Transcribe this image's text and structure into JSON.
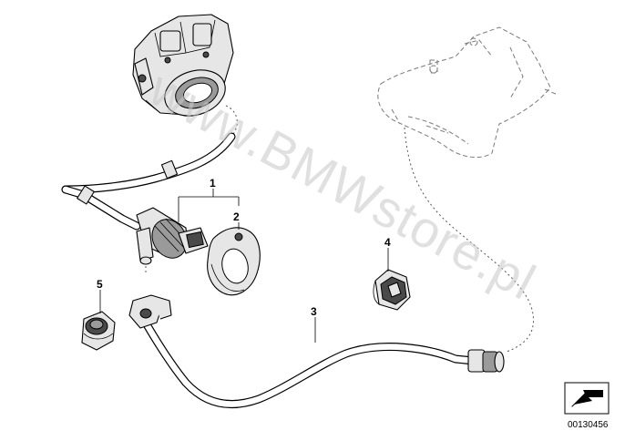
{
  "callouts": {
    "c1": "1",
    "c2": "2",
    "c3": "3",
    "c4": "4",
    "c5": "5"
  },
  "watermark": "www.BMWstore.pl",
  "diagram_number": "00130456"
}
